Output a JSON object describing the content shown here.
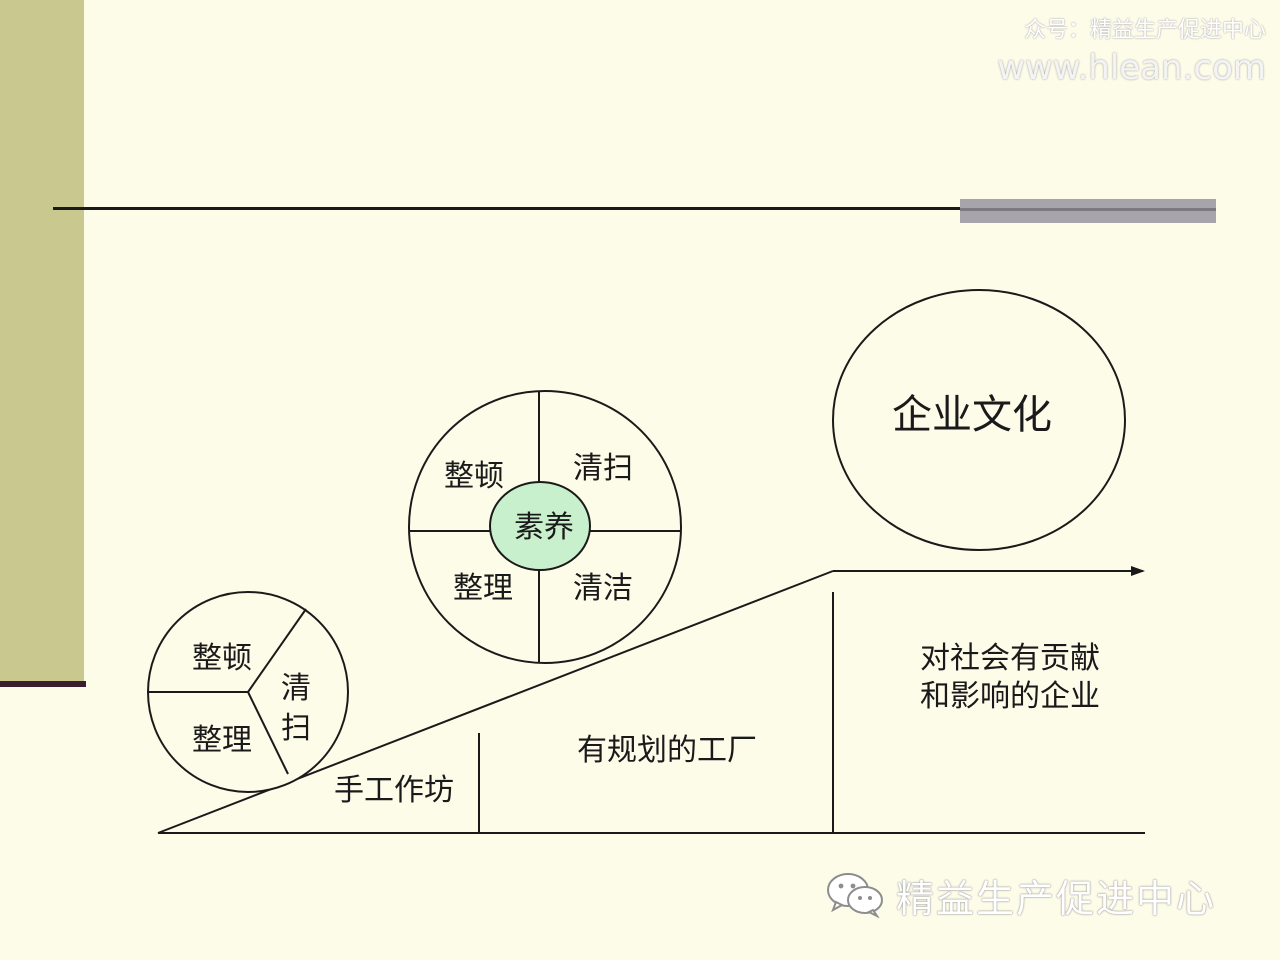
{
  "watermark": {
    "account": "众号：精益生产促进中心",
    "url": "www.hlean.com",
    "channel_name": "精益生产促进中心",
    "channel_icon": "wechat-icon"
  },
  "stages": {
    "stage_1": "手工作坊",
    "stage_2": "有规划的工厂",
    "stage_3_line1": "对社会有贡献",
    "stage_3_line2": "和影响的企业"
  },
  "small_circle": {
    "seiton": "整顿",
    "seiri": "整理",
    "seiso_char1": "清",
    "seiso_char2": "扫"
  },
  "medium_circle": {
    "seiton": "整顿",
    "seiso": "清扫",
    "seiri": "整理",
    "seiketsu": "清洁",
    "shitsuke": "素养"
  },
  "large_circle": {
    "label": "企业文化"
  },
  "colors": {
    "background": "#fdfce9",
    "left_bar": "#c9c88e",
    "center_circle_fill": "#c9f0cc"
  }
}
